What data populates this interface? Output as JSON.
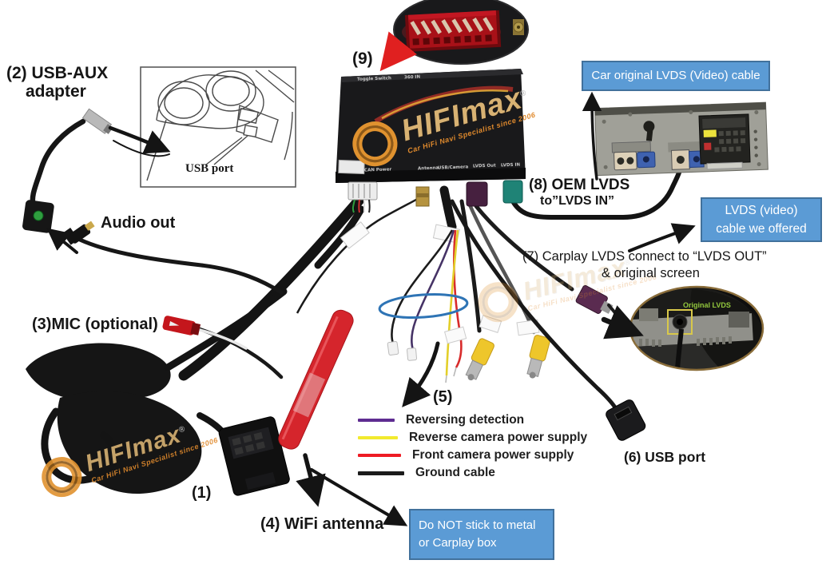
{
  "labels": {
    "item1": "(1)",
    "item2_line1": "(2) USB-AUX",
    "item2_line2": "adapter",
    "item3": "(3)MIC (optional)",
    "item4": "(4) WiFi antenna",
    "item5": "(5)",
    "item6": "(6) USB port",
    "item7_line1": "(7) Carplay LVDS connect to “LVDS OUT”",
    "item7_line2": "& original screen",
    "item8_line1": "(8) OEM LVDS",
    "item8_line2": "to”LVDS IN”",
    "item9": "(9)",
    "audio_out": "Audio out",
    "usb_port_sketch": "USB port"
  },
  "callouts": {
    "car_original_lvds": "Car original LVDS (Video) cable",
    "lvds_offered_line1": "LVDS (video)",
    "lvds_offered_line2": "cable we offered",
    "wifi_warning_line1": "Do NOT stick to metal",
    "wifi_warning_line2": "or Carplay box"
  },
  "legend": {
    "items": [
      {
        "label": "Reversing detection",
        "color": "#5e2c91"
      },
      {
        "label": "Reverse camera power supply",
        "color": "#f2ea2e"
      },
      {
        "label": "Front camera power supply",
        "color": "#ee1c24"
      },
      {
        "label": "Ground cable",
        "color": "#1b1b1b"
      }
    ]
  },
  "carplay_box": {
    "top_labels": [
      "Toggle Switch",
      "360 IN"
    ],
    "bottom_labels": [
      "CAN Power",
      "Antenna",
      "USB/Camera",
      "LVDS Out",
      "LVDS IN"
    ]
  },
  "screen_inset": {
    "label": "Original LVDS"
  },
  "watermark": {
    "brand": "HIFImax",
    "registered": "®",
    "tagline": "Car HiFi Navi Specialist since 2006"
  },
  "colors": {
    "callout_bg": "#5b9bd5",
    "callout_border": "#41719c",
    "arrow_black": "#141414",
    "arrow_red": "#e02020",
    "antenna_red": "#d5252c",
    "highlight_blue": "#2e74b5"
  }
}
